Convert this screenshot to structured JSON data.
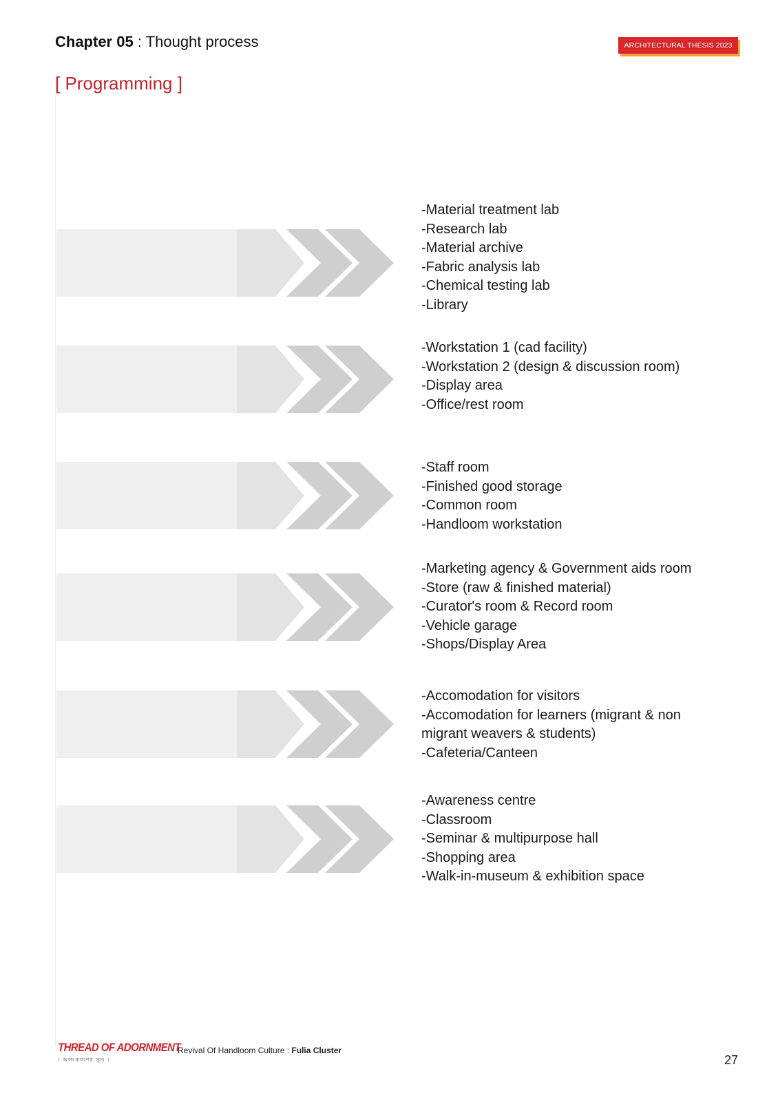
{
  "header": {
    "chapter_label": "Chapter 05",
    "chapter_separator": " : ",
    "chapter_title": "Thought process",
    "badge": "ARCHITECTURAL THESIS 2023"
  },
  "section_title": "[ Programming ]",
  "rows": [
    {
      "items": [
        "-Material treatment lab",
        "-Research lab",
        "-Material archive",
        "-Fabric analysis lab",
        "-Chemical testing lab",
        "-Library"
      ]
    },
    {
      "items": [
        "-Workstation 1 (cad facility)",
        "-Workstation 2 (design & discussion room)",
        "-Display area",
        "-Office/rest room"
      ]
    },
    {
      "items": [
        "-Staff room",
        "-Finished good storage",
        "-Common room",
        "-Handloom workstation"
      ]
    },
    {
      "items": [
        "-Marketing agency & Government aids room",
        "-Store (raw  & finished material)",
        "-Curator's room & Record room",
        "-Vehicle garage",
        "-Shops/Display Area"
      ]
    },
    {
      "items": [
        "-Accomodation for visitors",
        "-Accomodation for learners (migrant & non",
        "migrant weavers & students)",
        "-Cafeteria/Canteen"
      ]
    },
    {
      "items": [
        "-Awareness centre",
        "-Classroom",
        "-Seminar & multipurpose hall",
        "-Shopping area",
        "-Walk-in-museum & exhibition space"
      ]
    }
  ],
  "footer": {
    "brand": "THREAD OF ADORNMENT",
    "brand_sub": "। অলংকরণের সুত্র ।",
    "caption": "Revival Of Handloom Culture : ",
    "cluster": "Fulia Cluster",
    "page_number": "27"
  },
  "colors": {
    "accent_red": "#c0252c",
    "badge_red": "#d8262a",
    "badge_shadow": "#f2a23a",
    "arrow_light": "#efefef",
    "arrow_mid": "#e3e3e3",
    "chevron": "#cfcfcf"
  }
}
